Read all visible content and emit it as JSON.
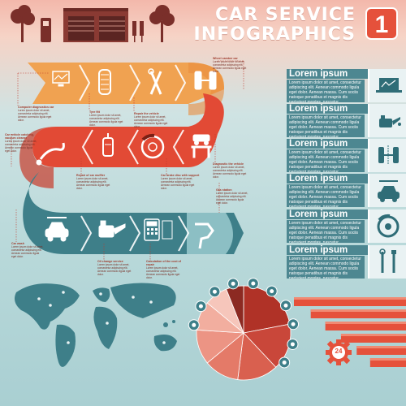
{
  "header": {
    "title_line1": "CAR SERVICE",
    "title_line2": "INFOGRAPHICS",
    "badge_number": "1"
  },
  "colors": {
    "orange": "#f0a251",
    "red": "#e24a35",
    "teal": "#3e7f89",
    "lightteal": "#8cbfc4",
    "panel": "#4d8791",
    "bar": "#e5513b"
  },
  "road_steps": [
    {
      "icon": "diagnostics-monitor-icon",
      "row": 1
    },
    {
      "icon": "tire-icon",
      "row": 1
    },
    {
      "icon": "wrench-screwdriver-icon",
      "row": 1
    },
    {
      "icon": "wheel-alignment-icon",
      "row": 1
    },
    {
      "icon": "car-lift-icon",
      "row": 2
    },
    {
      "icon": "brake-disc-icon",
      "row": 2
    },
    {
      "icon": "fuel-filter-icon",
      "row": 2
    },
    {
      "icon": "oil-drip-icon",
      "row": 2
    },
    {
      "icon": "car-wash-icon",
      "row": 3
    },
    {
      "icon": "oil-can-icon",
      "row": 3
    },
    {
      "icon": "calculator-icon",
      "row": 3
    },
    {
      "icon": "fuel-nozzle-icon",
      "row": 3
    }
  ],
  "notes": [
    {
      "title": "Computer diagnostics car",
      "body": "Lorem ipsum dolor sit amet, consectetur adipiscing elit. Aenean commodo ligula eget dolor."
    },
    {
      "title": "Tyre fitt",
      "body": "Lorem ipsum dolor sit amet, consectetur adipiscing elit. Aenean commodo ligula eget dolor."
    },
    {
      "title": "Repair the vehicle",
      "body": "Lorem ipsum dolor sit amet, consectetur adipiscing elit. Aenean commodo ligula eget dolor."
    },
    {
      "title": "Wheel camber car",
      "body": "Lorem ipsum dolor sit amet, consectetur adipiscing elit. Aenean commodo ligula eget dolor."
    },
    {
      "title": "Car vehicle catching, vacuum cleaner",
      "body": "Lorem ipsum dolor sit amet, consectetur adipiscing elit. Aenean commodo ligula eget dolor."
    },
    {
      "title": "Repair of car muffler",
      "body": "Lorem ipsum dolor sit amet, consectetur adipiscing elit. Aenean commodo ligula eget dolor."
    },
    {
      "title": "Car brake disc with support",
      "body": "Lorem ipsum dolor sit amet, consectetur adipiscing elit. Aenean commodo ligula eget dolor."
    },
    {
      "title": "Diagnostic the vehicle",
      "body": "Lorem ipsum dolor sit amet, consectetur adipiscing elit. Aenean commodo ligula eget dolor."
    },
    {
      "title": "Car wash",
      "body": "Lorem ipsum dolor sit amet, consectetur adipiscing elit. Aenean commodo ligula eget dolor."
    },
    {
      "title": "Oil change service",
      "body": "Lorem ipsum dolor sit amet, consectetur adipiscing elit. Aenean commodo ligula eget dolor."
    },
    {
      "title": "Calculation of the cost of repair",
      "body": "Lorem ipsum dolor sit amet, consectetur adipiscing elit. Aenean commodo ligula eget dolor."
    },
    {
      "title": "Gas station",
      "body": "Lorem ipsum dolor sit amet, consectetur adipiscing elit. Aenean commodo ligula eget dolor."
    }
  ],
  "panels": [
    {
      "title": "Lorem ipsum",
      "text": "Lorem ipsum dolor sit amet, consectetur adipiscing elit. Aenean commodo ligula eget dolor. Aenean massa. Cum sociis natoque penatibus et magnis dis parturient montes, nascetur",
      "icon": "diagnostics-laptop-icon"
    },
    {
      "title": "Lorem ipsum",
      "text": "Lorem ipsum dolor sit amet, consectetur adipiscing elit. Aenean commodo ligula eget dolor. Aenean massa. Cum sociis natoque penatibus et magnis dis parturient montes, nascetur",
      "icon": "oil-can-icon"
    },
    {
      "title": "Lorem ipsum",
      "text": "Lorem ipsum dolor sit amet, consectetur adipiscing elit. Aenean commodo ligula eget dolor. Aenean massa. Cum sociis natoque penatibus et magnis dis parturient montes, nascetur",
      "icon": "wheel-alignment-icon"
    },
    {
      "title": "Lorem ipsum",
      "text": "Lorem ipsum dolor sit amet, consectetur adipiscing elit. Aenean commodo ligula eget dolor. Aenean massa. Cum sociis natoque penatibus et magnis dis parturient montes, nascetur",
      "icon": "car-wash-icon"
    },
    {
      "title": "Lorem ipsum",
      "text": "Lorem ipsum dolor sit amet, consectetur adipiscing elit. Aenean commodo ligula eget dolor. Aenean massa. Cum sociis natoque penatibus et magnis dis parturient montes, nascetur",
      "icon": "brake-disc-icon"
    },
    {
      "title": "Lorem ipsum",
      "text": "Lorem ipsum dolor sit amet, consectetur adipiscing elit. Aenean commodo ligula eget dolor. Aenean massa. Cum sociis natoque penatibus et magnis dis parturient montes, nascetur",
      "icon": "tools-icon"
    }
  ],
  "pie": {
    "slices": [
      {
        "value": 22,
        "color": "#b03227"
      },
      {
        "value": 16,
        "color": "#c9473a"
      },
      {
        "value": 14,
        "color": "#d9604f"
      },
      {
        "value": 12,
        "color": "#e47a68"
      },
      {
        "value": 12,
        "color": "#ec9484"
      },
      {
        "value": 10,
        "color": "#f2ae9f"
      },
      {
        "value": 8,
        "color": "#f6c6bb"
      },
      {
        "value": 6,
        "color": "#8c2a22"
      }
    ],
    "pins": [
      "car-lift-icon",
      "oil-icon",
      "tire-icon",
      "wheel-icon",
      "wrench-icon",
      "car-wash-icon",
      "fuel-icon",
      "calculator-icon",
      "car-icon",
      "diagnostics-icon"
    ]
  },
  "bars": [
    1.0,
    0.85,
    0.72,
    0.58,
    0.44,
    0.32
  ],
  "gear_badge": "24"
}
